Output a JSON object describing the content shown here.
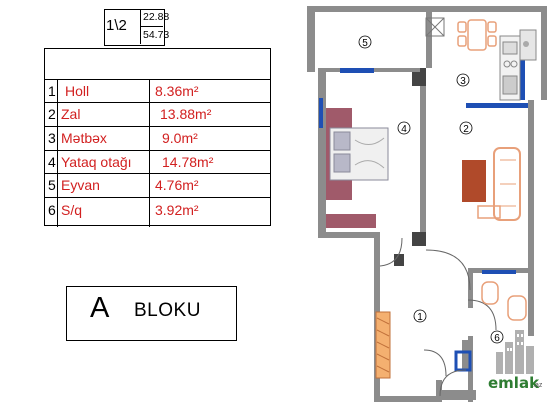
{
  "header": {
    "code": "1\\2",
    "area_a": "22.88",
    "area_b": "54.73"
  },
  "rooms": [
    {
      "num": "1",
      "name": "Holl",
      "area": "8.36m²"
    },
    {
      "num": "2",
      "name": "Zal",
      "area": "13.88m²"
    },
    {
      "num": "3",
      "name": "Mətbəx",
      "area": "9.0m²"
    },
    {
      "num": "4",
      "name": "Yataq otağı",
      "area": "14.78m²"
    },
    {
      "num": "5",
      "name": "Eyvan",
      "area": "4.76m²"
    },
    {
      "num": "6",
      "name": "S/q",
      "area": "3.92m²"
    }
  ],
  "block": {
    "letter": "A",
    "word": "BLOKU"
  },
  "plan": {
    "labels": [
      "1",
      "2",
      "3",
      "4",
      "5",
      "6"
    ]
  },
  "logo": {
    "text": "emlak",
    "domain": ".az"
  },
  "colors": {
    "area_text": "#d22020",
    "wall": "#8c8c8c",
    "window": "#1e4fb4",
    "furniture": "#e8a07a",
    "bed_frame": "#a05a6a",
    "logo": "#2e7d32"
  }
}
